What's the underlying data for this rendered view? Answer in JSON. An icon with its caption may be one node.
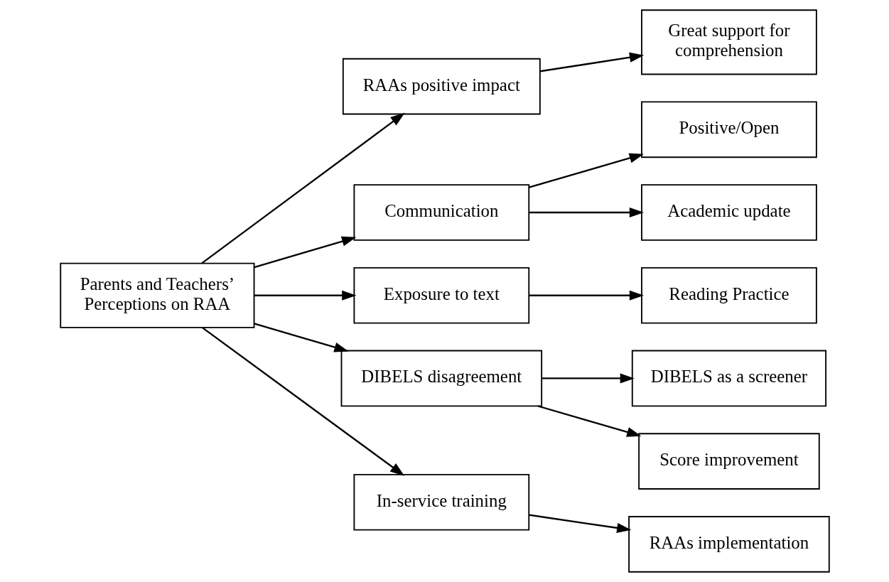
{
  "diagram": {
    "nodes": [
      {
        "text": [
          "Parents and Teachers’ Perceptions on RAA"
        ]
      },
      {
        "text": [
          "RAAs positive impact"
        ]
      },
      {
        "text": [
          "Great support for comprehension"
        ]
      },
      {
        "text": [
          "Communication"
        ]
      },
      {
        "text": [
          "Positive/Open"
        ]
      },
      {
        "text": [
          "Academic update"
        ]
      },
      {
        "text": [
          "Exposure to text"
        ]
      },
      {
        "text": [
          "Reading Practice"
        ]
      },
      {
        "text": [
          "DIBELS disagreement"
        ]
      },
      {
        "text": [
          "DIBELS as a screener"
        ]
      },
      {
        "text": [
          "Score improvement"
        ]
      },
      {
        "text": [
          "In-service training"
        ]
      },
      {
        "text": [
          "RAAs implementation"
        ]
      }
    ],
    "edges": [
      {
        "from": 0,
        "to": 1,
        "arrow": "to"
      },
      {
        "from": 0,
        "to": 3,
        "arrow": "to"
      },
      {
        "from": 0,
        "to": 6,
        "arrow": "to"
      },
      {
        "from": 0,
        "to": 8,
        "arrow": "to"
      },
      {
        "from": 0,
        "to": 11,
        "arrow": "to"
      },
      {
        "from": 1,
        "to": 2,
        "arrow": "to"
      },
      {
        "from": 3,
        "to": 4,
        "arrow": "to"
      },
      {
        "from": 3,
        "to": 5,
        "arrow": "to"
      },
      {
        "from": 6,
        "to": 7,
        "arrow": "to"
      },
      {
        "from": 8,
        "to": 9,
        "arrow": "to"
      },
      {
        "from": 8,
        "to": 10,
        "arrow": "to"
      },
      {
        "from": 11,
        "to": 12,
        "arrow": "to"
      }
    ]
  }
}
